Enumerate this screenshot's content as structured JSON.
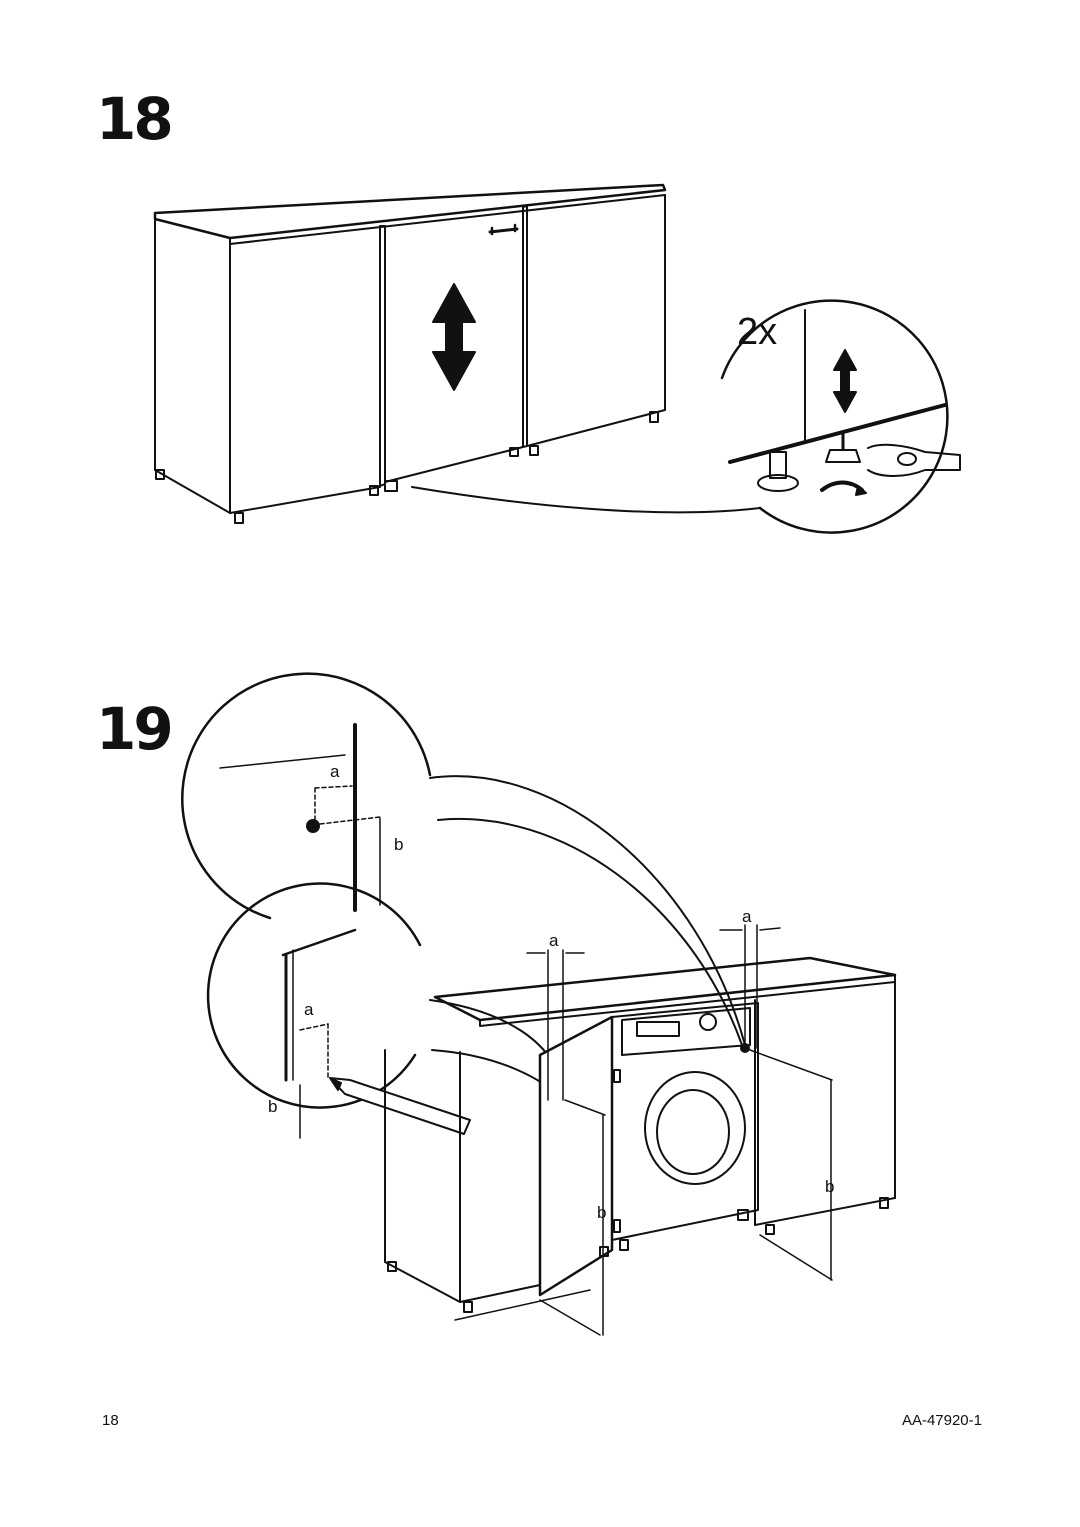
{
  "steps": [
    {
      "number": "18",
      "multiplier": "2x"
    },
    {
      "number": "19"
    }
  ],
  "labels": {
    "a": "a",
    "b": "b"
  },
  "footer": {
    "page_number": "18",
    "doc_id": "AA-47920-1"
  },
  "colors": {
    "ink": "#111111",
    "paper": "#ffffff"
  },
  "icons": [
    "up-down-arrow-icon",
    "rotate-arrow-icon",
    "wrench-icon",
    "pencil-icon"
  ]
}
